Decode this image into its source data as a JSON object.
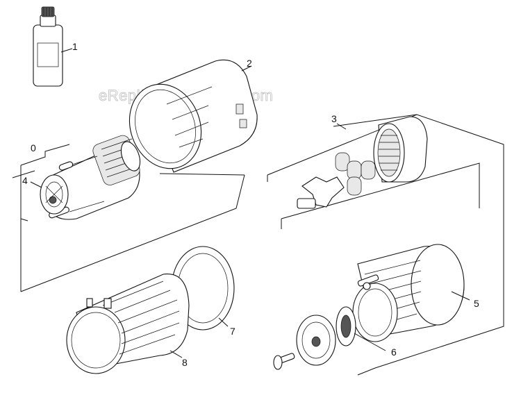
{
  "watermark": "eReplacementParts.com",
  "callouts": [
    {
      "id": "1",
      "text": "1"
    },
    {
      "id": "2",
      "text": "2"
    },
    {
      "id": "3",
      "text": "3"
    },
    {
      "id": "0",
      "text": "0"
    },
    {
      "id": "4",
      "text": "4"
    },
    {
      "id": "5",
      "text": "5"
    },
    {
      "id": "6",
      "text": "6"
    },
    {
      "id": "7",
      "text": "7"
    },
    {
      "id": "8",
      "text": "8"
    }
  ],
  "parts": [
    {
      "callout": "1",
      "icon": "oil-bottle-icon"
    },
    {
      "callout": "2",
      "icon": "cylinder-housing-icon"
    },
    {
      "callout": "3",
      "icon": "planetary-gear-icon"
    },
    {
      "callout": "0",
      "icon": "motor-assembly-icon"
    },
    {
      "callout": "4",
      "icon": "impeller-icon"
    },
    {
      "callout": "5",
      "icon": "ribbed-housing-icon"
    },
    {
      "callout": "6",
      "icon": "bearing-icon"
    },
    {
      "callout": "7",
      "icon": "seal-ring-icon"
    },
    {
      "callout": "8",
      "icon": "motor-housing-icon"
    }
  ]
}
